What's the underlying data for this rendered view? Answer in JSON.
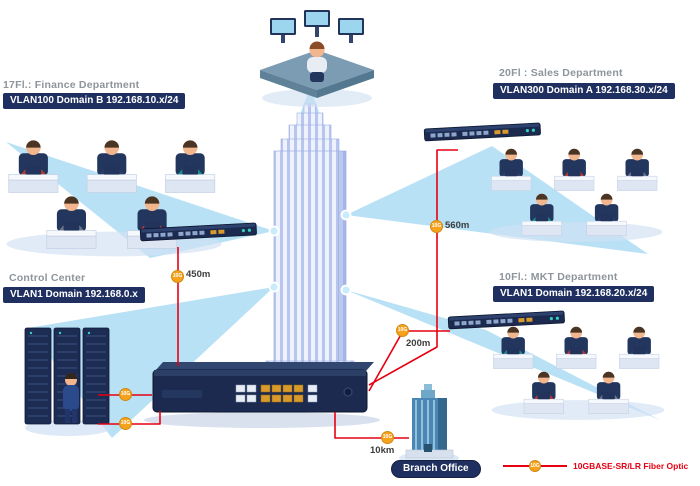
{
  "departments": {
    "finance": {
      "title": "17Fl.: Finance Department",
      "vlan": "VLAN100 Domain B 192.168.10.x/24",
      "distance": "450m"
    },
    "sales": {
      "title": "20Fl : Sales Department",
      "vlan": "VLAN300 Domain A 192.168.30.x/24",
      "distance": "560m"
    },
    "mkt": {
      "title": "10Fl.: MKT Department",
      "vlan": "VLAN1 Domain 192.168.20.x/24",
      "distance": "200m"
    },
    "control": {
      "title": "Control Center",
      "vlan": "VLAN1 Domain 192.168.0.x"
    }
  },
  "branch": {
    "label": "Branch Office",
    "distance": "10km"
  },
  "legend": {
    "label": "10GBASE-SR/LR Fiber Optic"
  },
  "marker_label": "10G",
  "colors": {
    "badge_bg": "#1f3060",
    "fiber_red": "#e60012",
    "marker_orange": "#f6a21d",
    "beam_blue": "#57b8e9"
  }
}
